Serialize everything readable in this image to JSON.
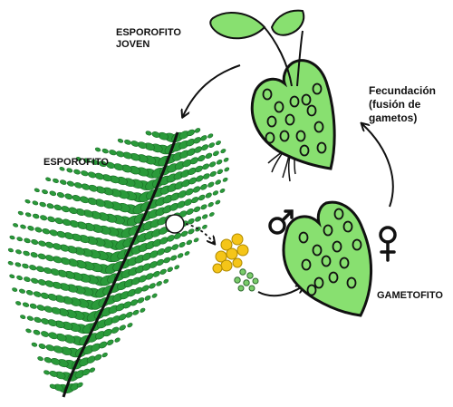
{
  "labels": {
    "young_sporophyte": "ESPOROFITO\nJOVEN",
    "fertilization": "Fecundación\n(fusión de\ngametos)",
    "sporophyte": "ESPOROFITO",
    "gametophyte": "GAMETOFITO"
  },
  "symbols": {
    "male": "male-symbol-icon",
    "female": "female-symbol-icon"
  },
  "colors": {
    "fern_green": "#2a9a3a",
    "leaf_green": "#88e070",
    "outline": "#111111",
    "spores_yellow": "#f5c518",
    "gametes_green": "#3a8a3a"
  }
}
